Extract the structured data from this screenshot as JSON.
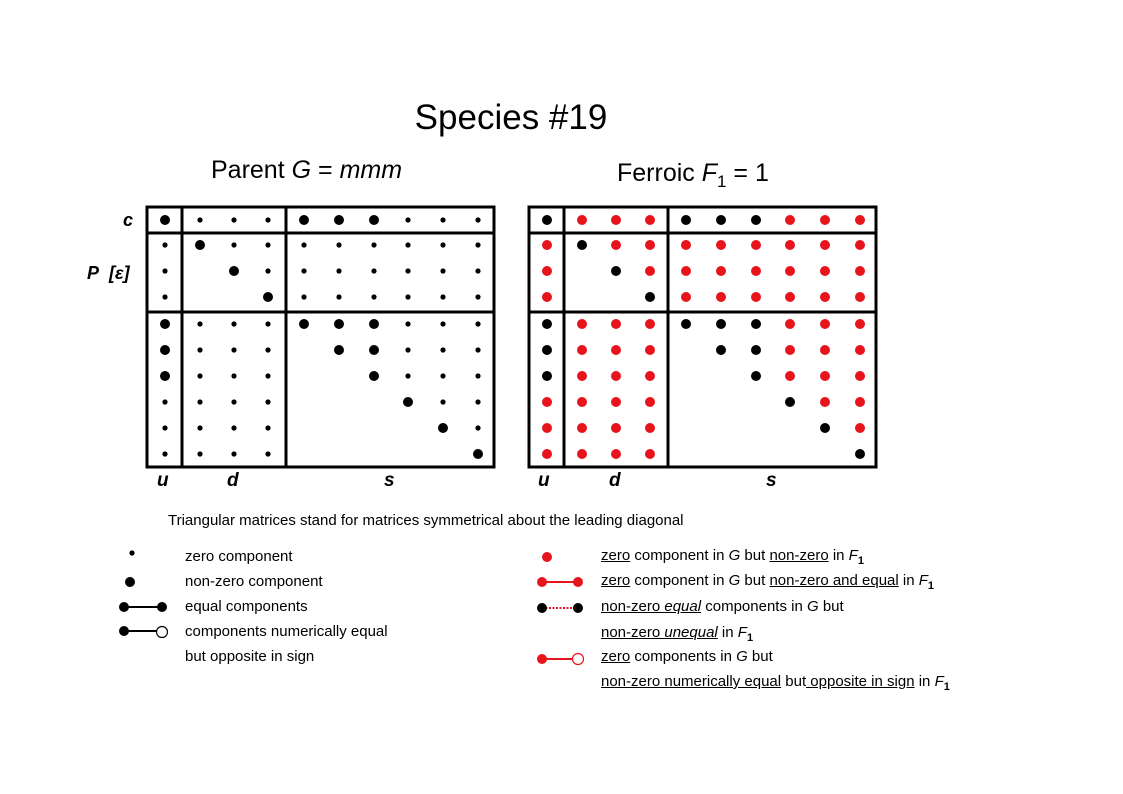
{
  "title": "Species  #19",
  "parent": {
    "prefix": "Parent ",
    "symbol": "G",
    "eq": " = ",
    "group": "mmm"
  },
  "ferroic": {
    "prefix": "Ferroic ",
    "symbol": "F",
    "sub": "1",
    "eq": " = 1"
  },
  "row_labels": {
    "c": "c",
    "p": "P",
    "eps": "[ε]"
  },
  "col_labels": {
    "u": "u",
    "d": "d",
    "s": "s"
  },
  "note": "Triangular matrices stand for matrices symmetrical about the leading diagonal",
  "legend_left": {
    "zero": "zero component",
    "nonzero": "non-zero component",
    "equal": "equal components",
    "opposite_1": "components numerically equal",
    "opposite_2": "but opposite in sign"
  },
  "legend_right": {
    "r1": {
      "a": "zero",
      "b": " component in ",
      "g": "G",
      "c": " but ",
      "d": "non-zero",
      "e": " in ",
      "f": "F",
      "s": "1"
    },
    "r2": {
      "a": "zero",
      "b": " component in ",
      "g": "G",
      "c": " but ",
      "d": "non-zero and equal",
      "e": " in ",
      "f": "F",
      "s": "1"
    },
    "r3": {
      "a": "non-zero ",
      "a2": "equal",
      "b": "  components in ",
      "g": "G",
      "c": " but"
    },
    "r4": {
      "a": "non-zero ",
      "a2": "unequal",
      "b": " in ",
      "f": "F",
      "s": "1"
    },
    "r5": {
      "a": "zero",
      "b": " components in ",
      "g": "G",
      "c": " but"
    },
    "r6": {
      "a": "non-zero numerically equal",
      "b": " but",
      "c": " opposite in sign",
      "d": " in ",
      "f": "F",
      "s": "1"
    }
  },
  "colors": {
    "black": "#000000",
    "red": "#e8141b"
  },
  "matrix_grid": {
    "rows": 10,
    "cols": 10,
    "parent": [
      "LSSSLLLSSS",
      "SLSSSSSSSS",
      "S LSSSSSSS",
      "S  LSSSSSS",
      "LSSSLLLSSS",
      "LSSS LLSSS",
      "LSSS  LSSS",
      "SSSS   LSS",
      "SSSS    LS",
      "SSSS     L"
    ],
    "ferroic": [
      "BRRRBBBRRR",
      "RBRRRRRRRR",
      "R BRRRRRRR",
      "R  BRRRRRR",
      "BRRRBBBRRR",
      "BRRR BBRRR",
      "BRRR  BRRR",
      "RRRR   BRR",
      "RRRR    BR",
      "RRRR     B"
    ]
  }
}
